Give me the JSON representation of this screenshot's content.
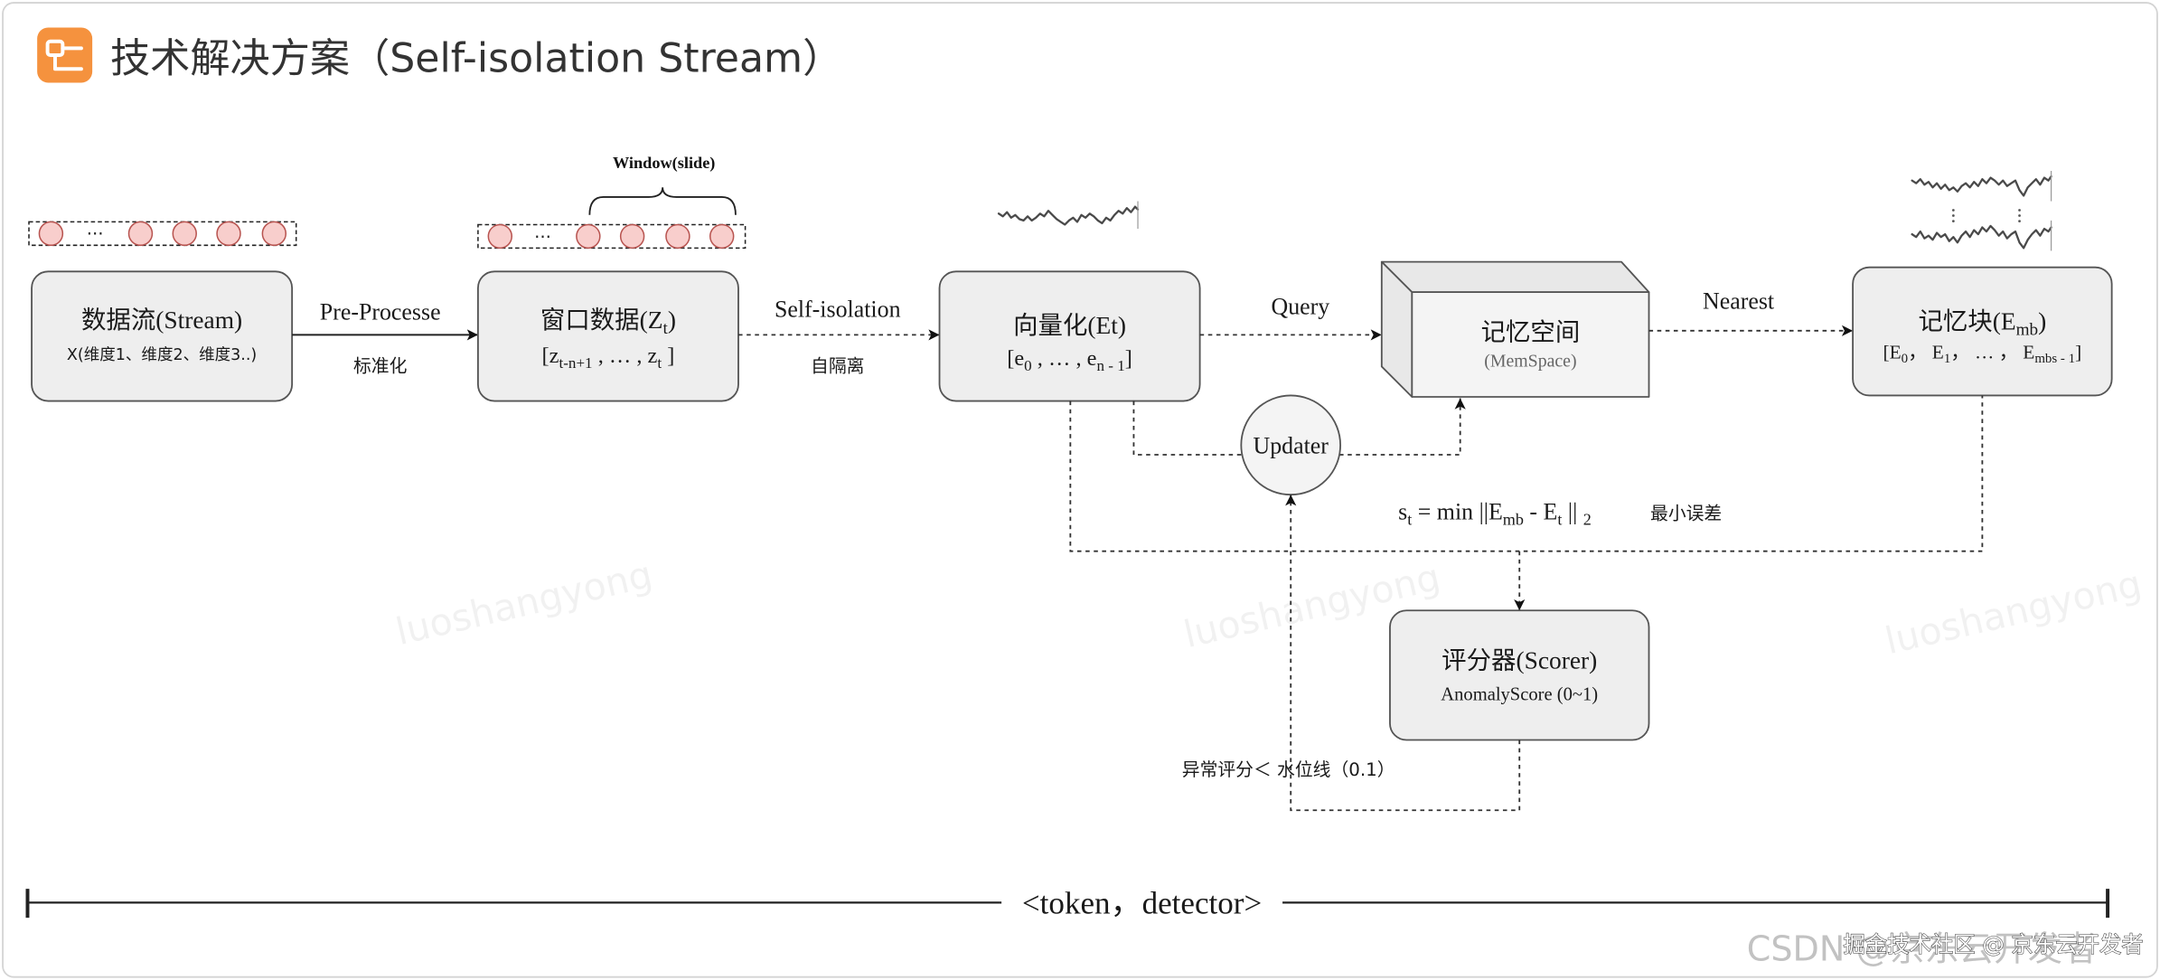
{
  "header": {
    "title": "技术解决方案（Self-isolation Stream）",
    "icon": "flowchart-icon"
  },
  "colors": {
    "accent": "#f5923e",
    "node_fill": "#eeeeee",
    "node_stroke": "#555555",
    "token_fill": "#f8cecc",
    "token_stroke": "#b85450",
    "text": "#1a1a1a"
  },
  "tokens": {
    "ellipsis": "···"
  },
  "window_brace": {
    "label": "Window(slide)"
  },
  "nodes": {
    "stream": {
      "title": "数据流(Stream)",
      "subtitle": "X(维度1、维度2、维度3..)"
    },
    "window": {
      "title": [
        "窗口数据(Z",
        "t",
        ")"
      ],
      "subtitle": [
        "[z",
        "t-n+1",
        " , … , z",
        "t",
        " ]"
      ]
    },
    "vector": {
      "title": "向量化(Et)",
      "subtitle": [
        "[e",
        "0",
        " , … , e",
        "n - 1",
        "]"
      ]
    },
    "memspace": {
      "title": "记忆空间",
      "subtitle": "(MemSpace)"
    },
    "memblock": {
      "title": [
        "记忆块(E",
        "mb",
        ")"
      ],
      "subtitle": [
        "[E",
        "0",
        "， E",
        "1",
        "， … ， E",
        "mbs - 1",
        "]"
      ]
    },
    "updater": {
      "title": "Updater"
    },
    "scorer": {
      "title": "评分器(Scorer)",
      "subtitle": "AnomalyScore (0~1)"
    }
  },
  "edges": {
    "stream_to_window": {
      "label": "Pre-Processe",
      "sublabel": "标准化"
    },
    "window_to_vector": {
      "label": "Self-isolation",
      "sublabel": "自隔离"
    },
    "vector_to_memspace": {
      "label": "Query"
    },
    "memspace_to_memblock": {
      "label": "Nearest"
    },
    "scorer_to_updater": {
      "label": "异常评分＜ 水位线（0.1）"
    }
  },
  "formula": {
    "parts": [
      "s",
      "t",
      " = min ||E",
      "mb",
      " - E",
      "t",
      " || ",
      "2"
    ],
    "note": "最小误差"
  },
  "timeline": {
    "label": "<token，detector>"
  },
  "watermarks": {
    "author": "luoshangyong",
    "csdn": "CSDN @京东云开发者",
    "juejin": "掘金技术社区 @ 京东云开发者"
  }
}
